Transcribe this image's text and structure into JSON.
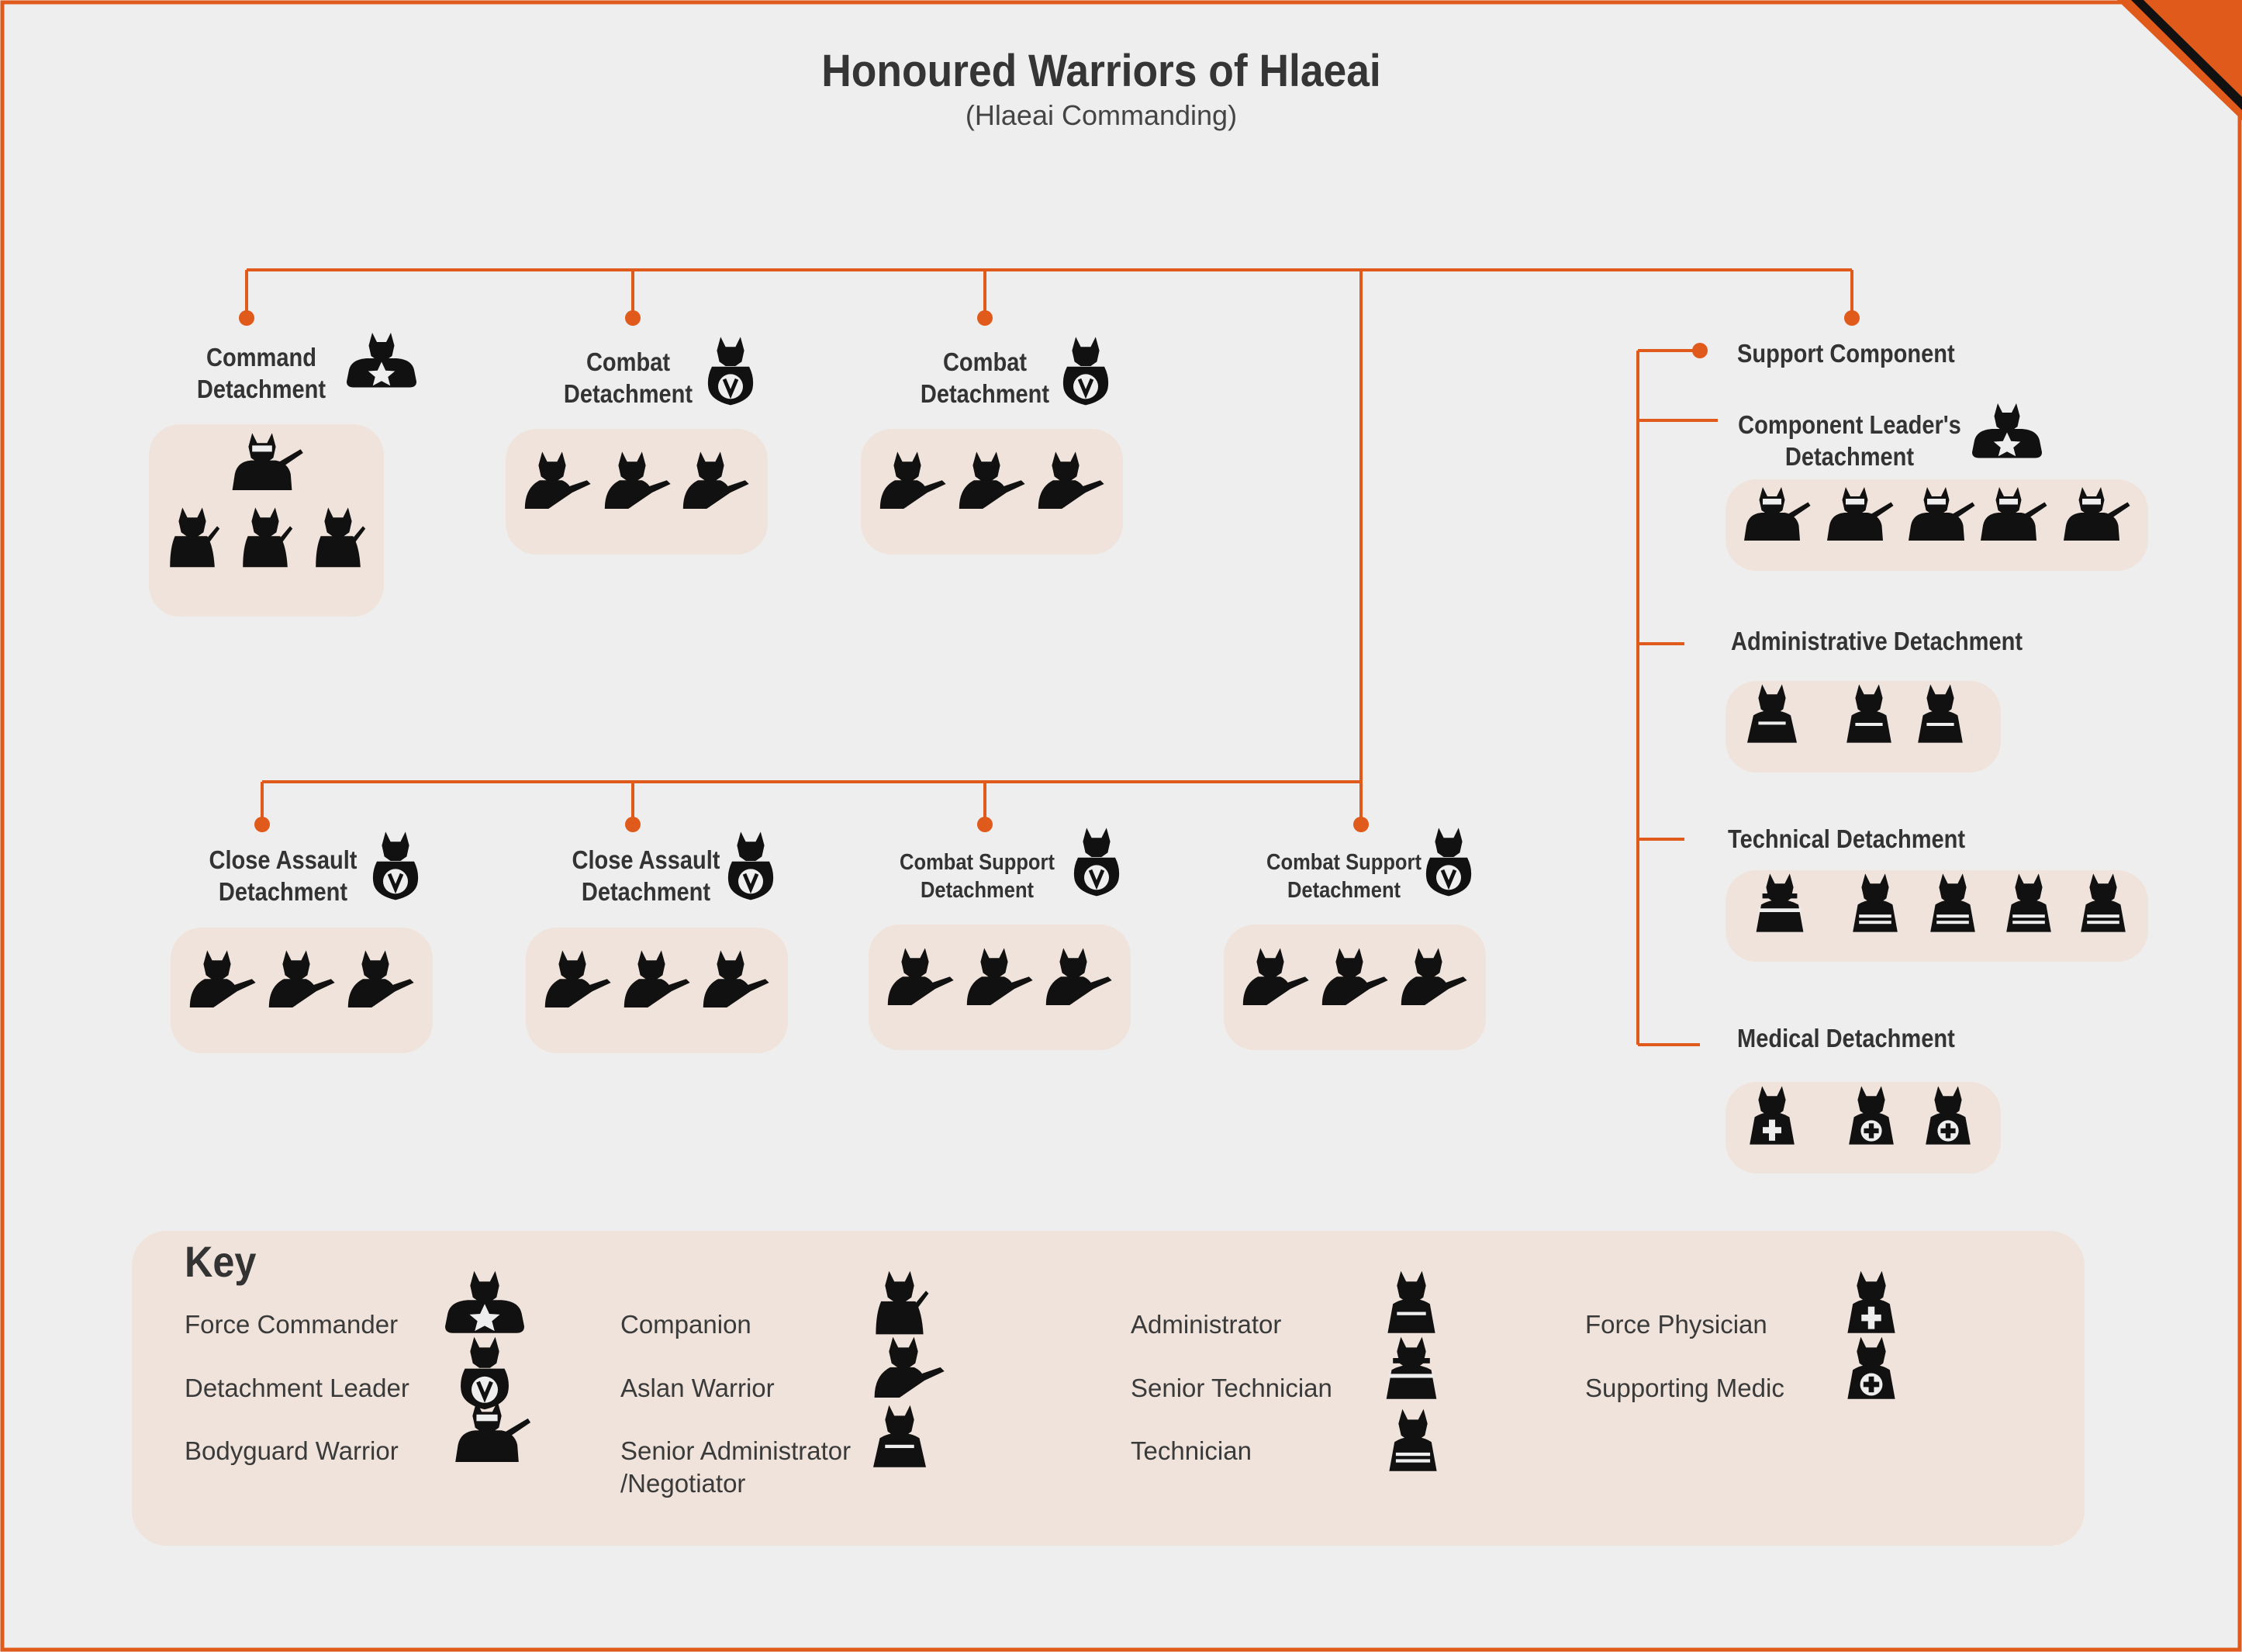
{
  "header": {
    "title": "Honoured Warriors of Hlaeai",
    "subtitle": "(Hlaeai Commanding)"
  },
  "colors": {
    "accent": "#e05a1c",
    "box_fill": "#efe3dc",
    "icon": "#111111",
    "background": "#efeeee"
  },
  "detachments": {
    "command": {
      "label": [
        "Command",
        "Detachment"
      ],
      "leader_icon": "force-commander-icon",
      "members": [
        "bodyguard-warrior-icon",
        "companion-icon",
        "companion-icon",
        "companion-icon"
      ]
    },
    "combat_1": {
      "label": [
        "Combat",
        "Detachment"
      ],
      "leader_icon": "detachment-leader-icon",
      "members": [
        "aslan-warrior-icon",
        "aslan-warrior-icon",
        "aslan-warrior-icon"
      ]
    },
    "combat_2": {
      "label": [
        "Combat",
        "Detachment"
      ],
      "leader_icon": "detachment-leader-icon",
      "members": [
        "aslan-warrior-icon",
        "aslan-warrior-icon",
        "aslan-warrior-icon"
      ]
    },
    "close_assault_1": {
      "label": [
        "Close Assault",
        "Detachment"
      ],
      "leader_icon": "detachment-leader-icon",
      "members": [
        "aslan-warrior-icon",
        "aslan-warrior-icon",
        "aslan-warrior-icon"
      ]
    },
    "close_assault_2": {
      "label": [
        "Close Assault",
        "Detachment"
      ],
      "leader_icon": "detachment-leader-icon",
      "members": [
        "aslan-warrior-icon",
        "aslan-warrior-icon",
        "aslan-warrior-icon"
      ]
    },
    "combat_support_1": {
      "label": [
        "Combat Support",
        "Detachment"
      ],
      "leader_icon": "detachment-leader-icon",
      "members": [
        "aslan-warrior-icon",
        "aslan-warrior-icon",
        "aslan-warrior-icon"
      ]
    },
    "combat_support_2": {
      "label": [
        "Combat Support",
        "Detachment"
      ],
      "leader_icon": "detachment-leader-icon",
      "members": [
        "aslan-warrior-icon",
        "aslan-warrior-icon",
        "aslan-warrior-icon"
      ]
    }
  },
  "support": {
    "title": "Support  Component",
    "leaders": {
      "label": [
        "Component Leader's",
        "Detachment"
      ],
      "leader_icon": "force-commander-icon",
      "members": [
        "bodyguard-warrior-icon",
        "bodyguard-warrior-icon",
        "bodyguard-warrior-icon",
        "bodyguard-warrior-icon",
        "bodyguard-warrior-icon"
      ]
    },
    "administrative": {
      "label": "Administrative Detachment",
      "members": [
        "senior-administrator-icon",
        "administrator-icon",
        "administrator-icon"
      ]
    },
    "technical": {
      "label": "Technical Detachment",
      "members": [
        "senior-technician-icon",
        "technician-icon",
        "technician-icon",
        "technician-icon",
        "technician-icon"
      ]
    },
    "medical": {
      "label": "Medical Detachment",
      "members": [
        "force-physician-icon",
        "supporting-medic-icon",
        "supporting-medic-icon"
      ]
    }
  },
  "key": {
    "title": "Key",
    "items": [
      {
        "label": "Force Commander",
        "icon": "force-commander-icon"
      },
      {
        "label": "Detachment Leader",
        "icon": "detachment-leader-icon"
      },
      {
        "label": "Bodyguard Warrior",
        "icon": "bodyguard-warrior-icon"
      },
      {
        "label": "Companion",
        "icon": "companion-icon"
      },
      {
        "label": "Aslan Warrior",
        "icon": "aslan-warrior-icon"
      },
      {
        "label": "Senior Administrator\n/Negotiator",
        "icon": "senior-administrator-icon"
      },
      {
        "label": "Administrator",
        "icon": "administrator-icon"
      },
      {
        "label": "Senior Technician",
        "icon": "senior-technician-icon"
      },
      {
        "label": "Technician",
        "icon": "technician-icon"
      },
      {
        "label": "Force Physician",
        "icon": "force-physician-icon"
      },
      {
        "label": "Supporting Medic",
        "icon": "supporting-medic-icon"
      }
    ]
  }
}
